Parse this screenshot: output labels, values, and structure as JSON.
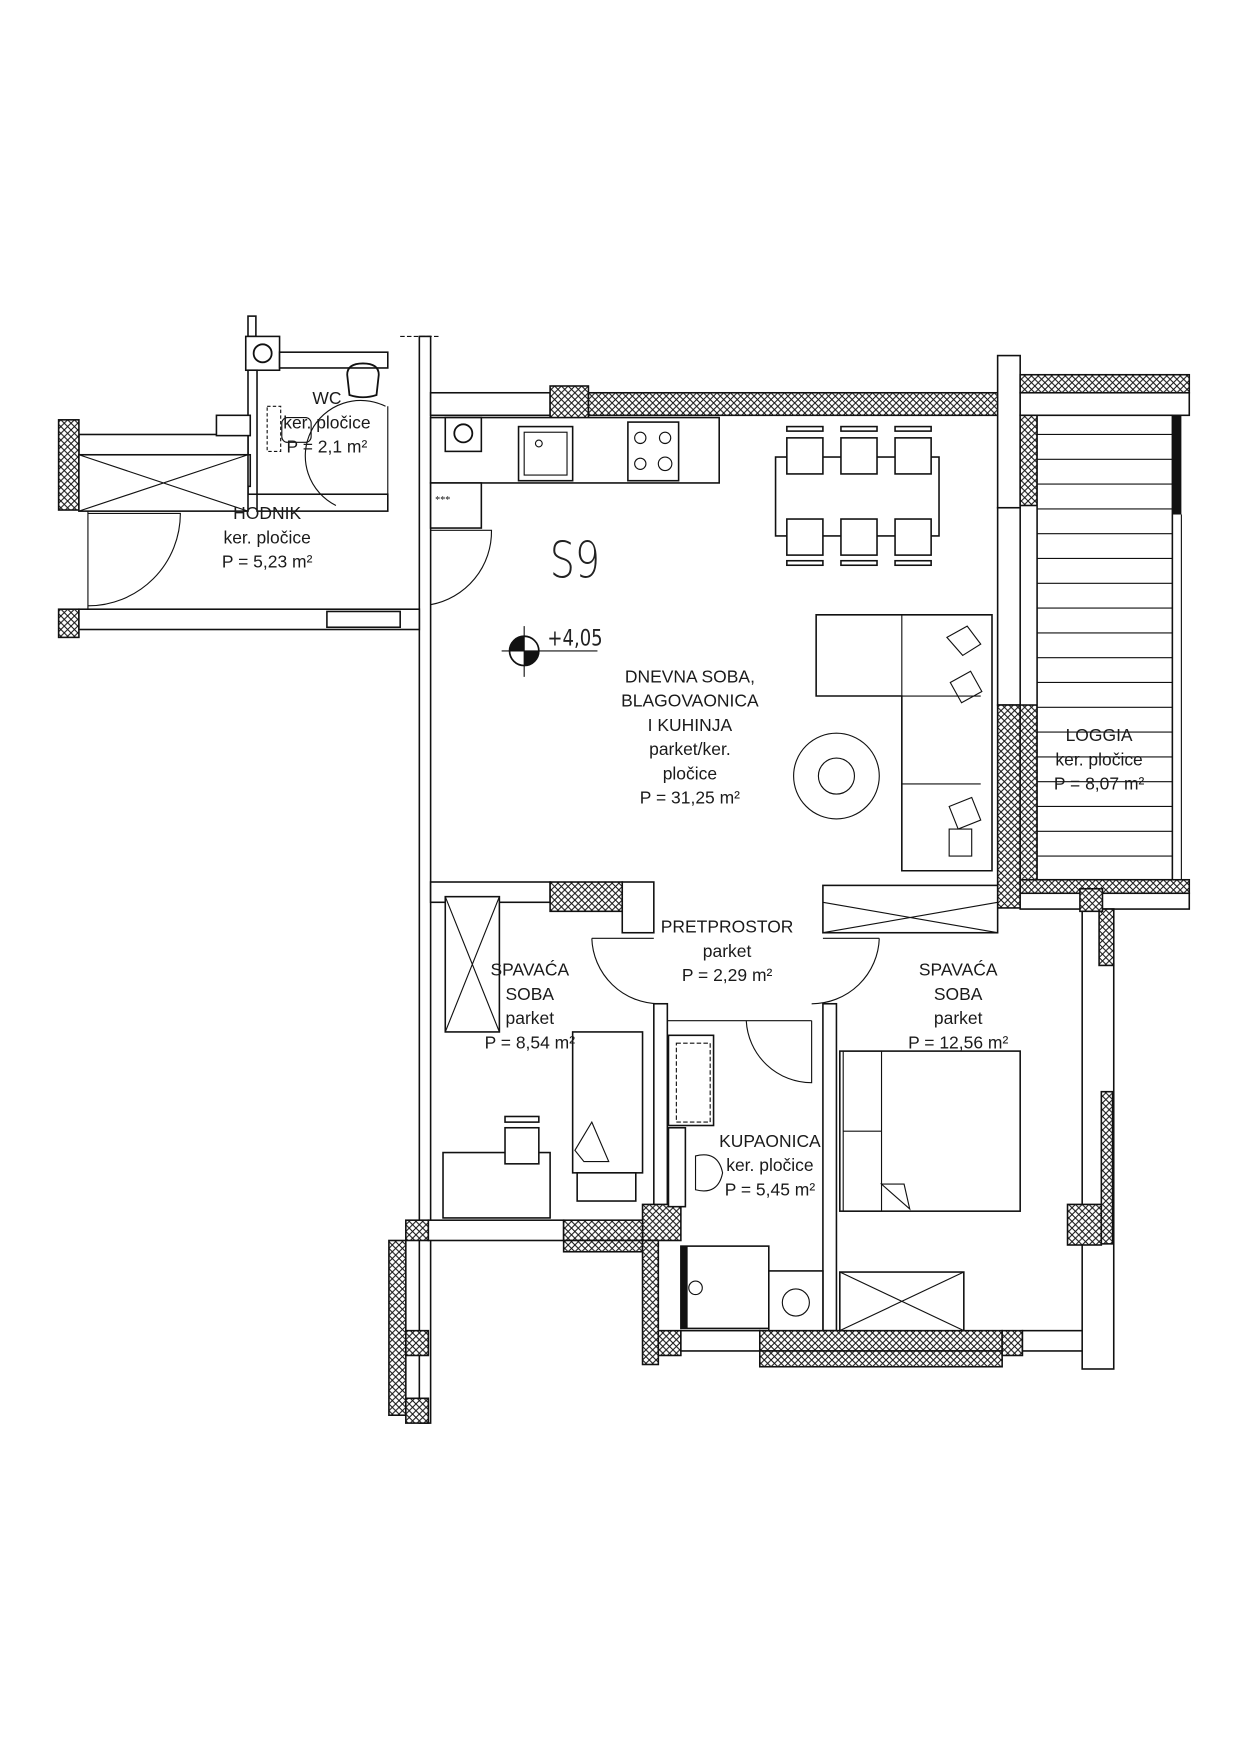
{
  "unit_label": "S9",
  "level_mark": "+4,05",
  "rooms": [
    {
      "id": "wc",
      "lines": [
        "WC",
        "ker. pločice",
        "P = 2,1 m²"
      ]
    },
    {
      "id": "hodnik",
      "lines": [
        "HODNIK",
        "ker. pločice",
        "P = 5,23 m²"
      ]
    },
    {
      "id": "dnevna",
      "lines": [
        "DNEVNA SOBA,",
        "BLAGOVAONICA",
        "I KUHINJA",
        "parket/ker.",
        "pločice",
        "P = 31,25 m²"
      ]
    },
    {
      "id": "loggia",
      "lines": [
        "LOGGIA",
        "ker. pločice",
        "P = 8,07 m²"
      ]
    },
    {
      "id": "pretprostor",
      "lines": [
        "PRETPROSTOR",
        "parket",
        "P = 2,29 m²"
      ]
    },
    {
      "id": "spavaca1",
      "lines": [
        "SPAVAĆA",
        "SOBA",
        "parket",
        "P = 8,54 m²"
      ]
    },
    {
      "id": "spavaca2",
      "lines": [
        "SPAVAĆA",
        "SOBA",
        "parket",
        "P = 12,56 m²"
      ]
    },
    {
      "id": "kupaonica",
      "lines": [
        "KUPAONICA",
        "ker. pločice",
        "P = 5,45 m²"
      ]
    }
  ]
}
